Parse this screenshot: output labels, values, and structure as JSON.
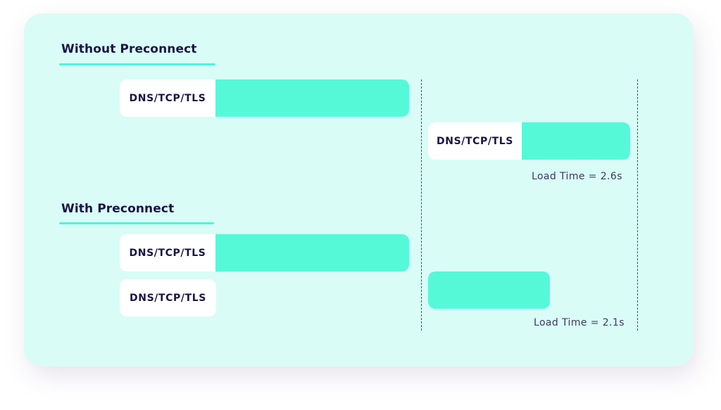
{
  "sections": [
    {
      "title": "Without Preconnect",
      "bars": [
        {
          "label": "DNS/TCP/TLS"
        },
        {
          "label": "DNS/TCP/TLS"
        }
      ],
      "load_time": "Load Time = 2.6s"
    },
    {
      "title": "With Preconnect",
      "bars": [
        {
          "label": "DNS/TCP/TLS"
        },
        {
          "label": "DNS/TCP/TLS"
        }
      ],
      "load_time": "Load Time = 2.1s"
    }
  ],
  "colors": {
    "card_bg": "#d9fcf7",
    "accent": "#55f9d8",
    "underline": "#4df5d8",
    "text_dark": "#1a1446"
  }
}
